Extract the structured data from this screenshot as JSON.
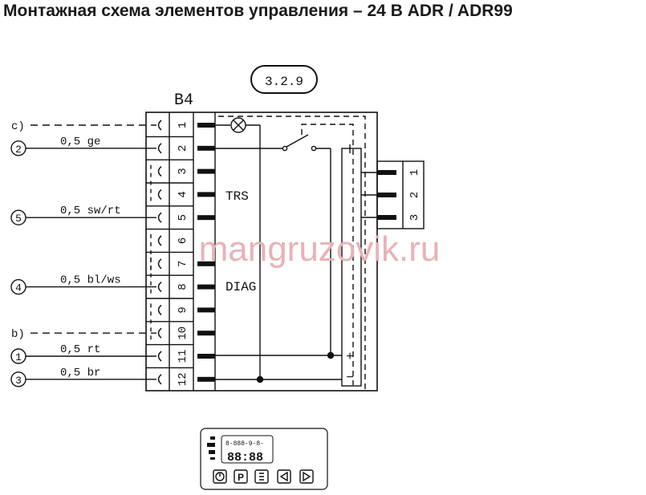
{
  "title": "Монтажная схема элементов управления – 24 В ADR / ADR99",
  "section_ref": "3.2.9",
  "connector_label": "B4",
  "terminals": [
    "1",
    "2",
    "3",
    "4",
    "5",
    "6",
    "7",
    "8",
    "9",
    "10",
    "11",
    "12"
  ],
  "internal_labels": {
    "trs": "TRS",
    "diag": "DIAG"
  },
  "right_connector_pins": [
    "1",
    "2",
    "3"
  ],
  "wires": [
    {
      "tag": "c)",
      "label": ""
    },
    {
      "tag": "2",
      "label": "0,5 ge"
    },
    {
      "tag": "5",
      "label": "0,5 sw/rt"
    },
    {
      "tag": "4",
      "label": "0,5 bl/ws"
    },
    {
      "tag": "b)",
      "label": ""
    },
    {
      "tag": "1",
      "label": "0,5 rt"
    },
    {
      "tag": "3",
      "label": "0,5 br"
    }
  ],
  "polarity": {
    "plus": "+",
    "minus": "−"
  },
  "watermark": "mangruzovik.ru",
  "colors": {
    "line": "#111111",
    "watermark": "#e7b3b7"
  },
  "control_panel": {
    "display_top": "8-888-9-8-",
    "display_digits": "88:88",
    "buttons": [
      "clock-icon",
      "p-icon",
      "heat-icon",
      "left-arrow-icon",
      "right-arrow-icon"
    ]
  }
}
